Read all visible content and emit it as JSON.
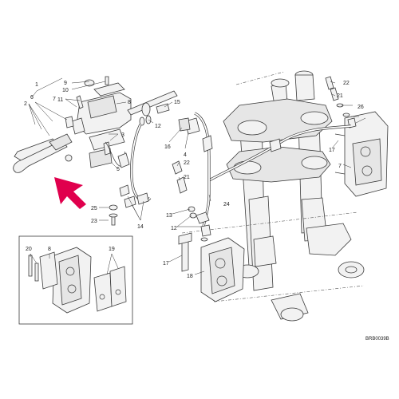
{
  "diagram": {
    "drawing_code": "BRB0039B",
    "arrow_color": "#e0004d",
    "labels": [
      {
        "id": "l1",
        "text": "1"
      },
      {
        "id": "l2",
        "text": "2"
      },
      {
        "id": "l3",
        "text": "3"
      },
      {
        "id": "l4",
        "text": "4"
      },
      {
        "id": "l5",
        "text": "5"
      },
      {
        "id": "l6",
        "text": "6"
      },
      {
        "id": "l7a",
        "text": "7"
      },
      {
        "id": "l8a",
        "text": "8"
      },
      {
        "id": "l9",
        "text": "9"
      },
      {
        "id": "l10",
        "text": "10"
      },
      {
        "id": "l11",
        "text": "11"
      },
      {
        "id": "l12a",
        "text": "12"
      },
      {
        "id": "l12b",
        "text": "12"
      },
      {
        "id": "l13",
        "text": "13"
      },
      {
        "id": "l14",
        "text": "14"
      },
      {
        "id": "l15",
        "text": "15"
      },
      {
        "id": "l16",
        "text": "16"
      },
      {
        "id": "l17a",
        "text": "17"
      },
      {
        "id": "l17b",
        "text": "17"
      },
      {
        "id": "l18",
        "text": "18"
      },
      {
        "id": "l19",
        "text": "19"
      },
      {
        "id": "l20",
        "text": "20"
      },
      {
        "id": "l21a",
        "text": "21"
      },
      {
        "id": "l21b",
        "text": "21"
      },
      {
        "id": "l22a",
        "text": "22"
      },
      {
        "id": "l22b",
        "text": "22"
      },
      {
        "id": "l23",
        "text": "23"
      },
      {
        "id": "l24",
        "text": "24"
      },
      {
        "id": "l25",
        "text": "25"
      },
      {
        "id": "l26",
        "text": "26"
      },
      {
        "id": "l7b",
        "text": "7"
      },
      {
        "id": "l8b",
        "text": "8"
      }
    ]
  }
}
